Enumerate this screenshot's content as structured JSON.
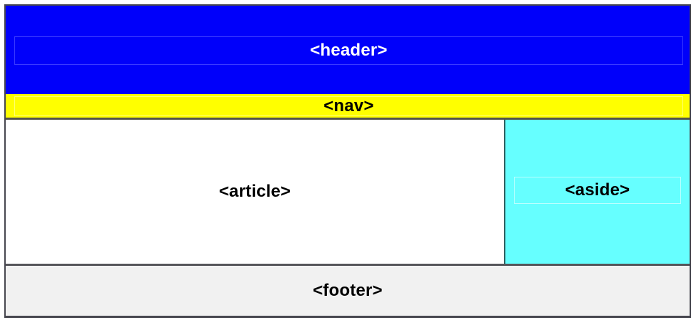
{
  "diagram": {
    "description": "HTML5 semantic page layout diagram",
    "sections": {
      "header": {
        "label": "<header>"
      },
      "nav": {
        "label": "<nav>"
      },
      "article": {
        "label": "<article>"
      },
      "aside": {
        "label": "<aside>"
      },
      "footer": {
        "label": "<footer>"
      }
    },
    "colors": {
      "header_bg": "#0000fa",
      "header_text": "#ffffff",
      "nav_bg": "#ffff00",
      "article_bg": "#ffffff",
      "aside_bg": "#66ffff",
      "footer_bg": "#f1f1f1",
      "outer_border": "#47474f",
      "body_text": "#000000"
    }
  }
}
